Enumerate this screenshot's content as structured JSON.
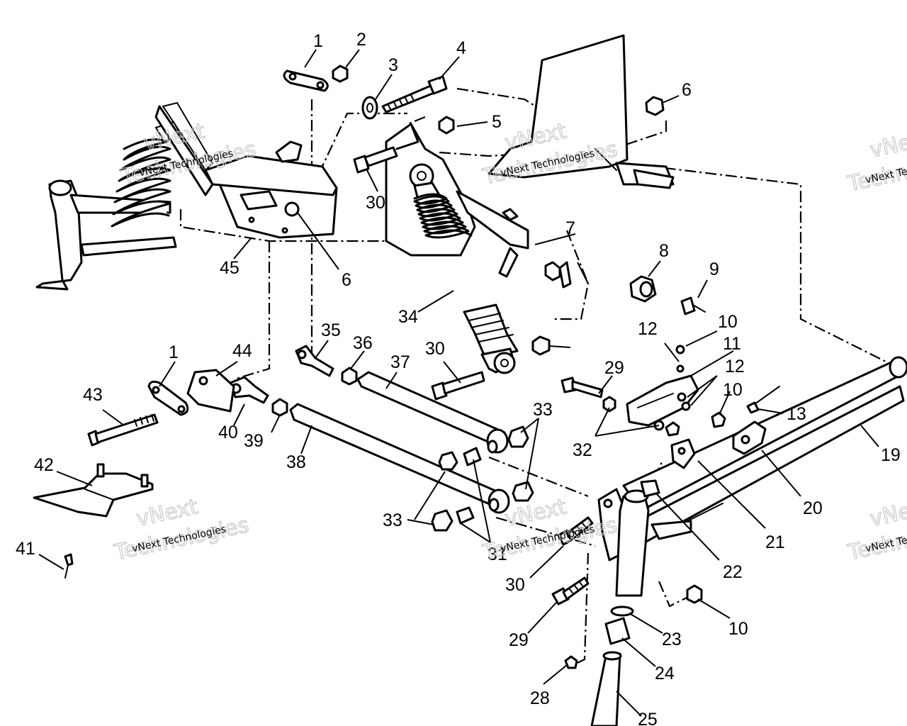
{
  "watermark": {
    "line1": "vNext",
    "line2": "Technologies",
    "full": "vNext Technologies"
  },
  "callouts": [
    "1",
    "2",
    "3",
    "4",
    "5",
    "6",
    "7",
    "8",
    "9",
    "10",
    "11",
    "12",
    "13",
    "19",
    "20",
    "21",
    "22",
    "23",
    "24",
    "25",
    "28",
    "29",
    "30",
    "31",
    "32",
    "33",
    "34",
    "35",
    "36",
    "37",
    "38",
    "39",
    "40",
    "41",
    "42",
    "43",
    "44",
    "45"
  ]
}
